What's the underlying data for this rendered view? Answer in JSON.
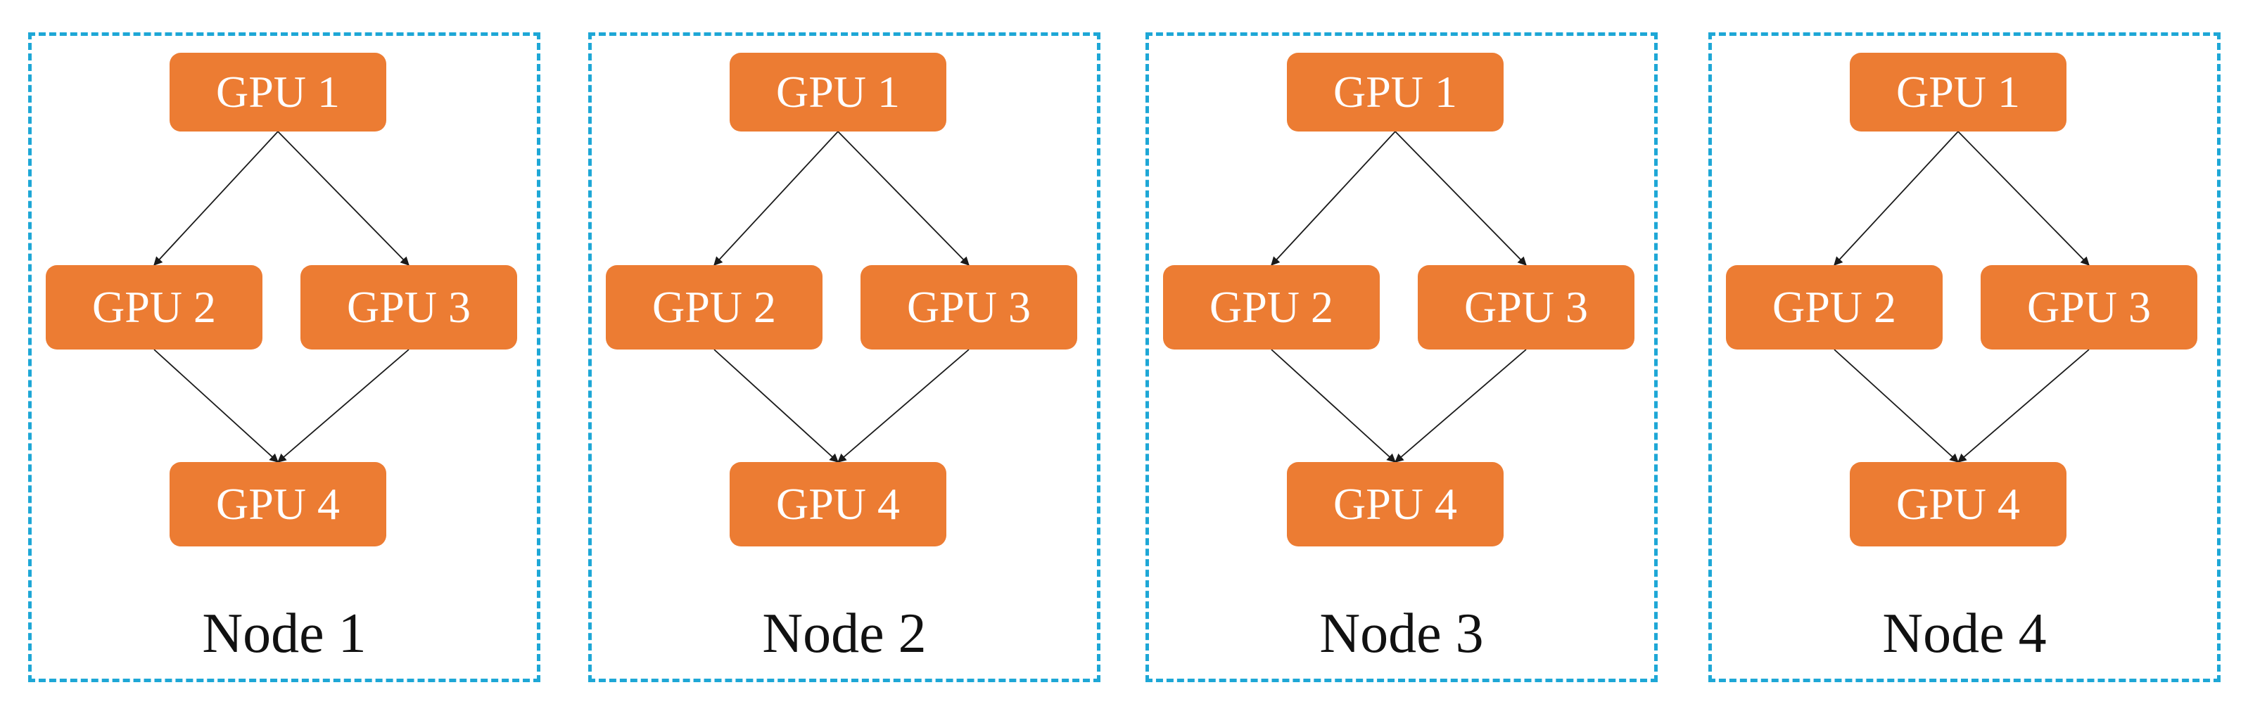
{
  "colors": {
    "gpu_fill": "#ec7c33",
    "gpu_text": "#ffffff",
    "node_border": "#1ea7d6",
    "edge": "#1a1a1a"
  },
  "nodes": [
    {
      "label": "Node 1",
      "gpus": [
        "GPU 1",
        "GPU 2",
        "GPU 3",
        "GPU 4"
      ]
    },
    {
      "label": "Node 2",
      "gpus": [
        "GPU 1",
        "GPU 2",
        "GPU 3",
        "GPU 4"
      ]
    },
    {
      "label": "Node 3",
      "gpus": [
        "GPU 1",
        "GPU 2",
        "GPU 3",
        "GPU 4"
      ]
    },
    {
      "label": "Node 4",
      "gpus": [
        "GPU 1",
        "GPU 2",
        "GPU 3",
        "GPU 4"
      ]
    }
  ],
  "edges": [
    {
      "from": "GPU 1",
      "to": "GPU 2"
    },
    {
      "from": "GPU 1",
      "to": "GPU 3"
    },
    {
      "from": "GPU 2",
      "to": "GPU 4"
    },
    {
      "from": "GPU 3",
      "to": "GPU 4"
    }
  ]
}
